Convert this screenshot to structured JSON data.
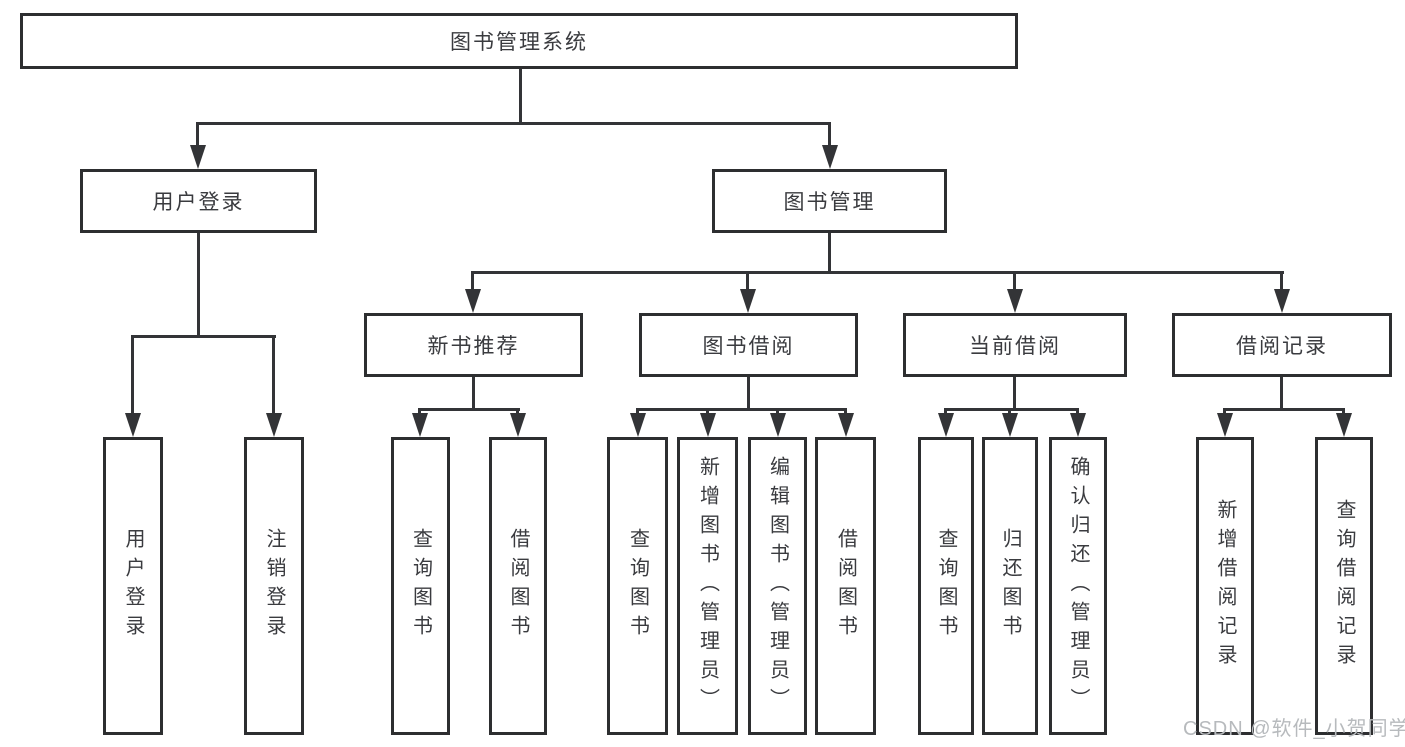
{
  "diagram": {
    "type": "tree",
    "root": {
      "label": "图书管理系统"
    },
    "branches": [
      {
        "label": "用户登录",
        "children": [
          {
            "label": "用户登录"
          },
          {
            "label": "注销登录"
          }
        ]
      },
      {
        "label": "图书管理",
        "children": [
          {
            "label": "新书推荐",
            "children": [
              {
                "label": "查询图书"
              },
              {
                "label": "借阅图书"
              }
            ]
          },
          {
            "label": "图书借阅",
            "children": [
              {
                "label": "查询图书"
              },
              {
                "label": "新增图书（管理员）"
              },
              {
                "label": "编辑图书（管理员）"
              },
              {
                "label": "借阅图书"
              }
            ]
          },
          {
            "label": "当前借阅",
            "children": [
              {
                "label": "查询图书"
              },
              {
                "label": "归还图书"
              },
              {
                "label": "确认归还（管理员）"
              }
            ]
          },
          {
            "label": "借阅记录",
            "children": [
              {
                "label": "新增借阅记录"
              },
              {
                "label": "查询借阅记录"
              }
            ]
          }
        ]
      }
    ],
    "watermark": "CSDN @软件_小贺同学",
    "colors": {
      "background": "#ffffff",
      "box_border": "#2d2e30",
      "connector": "#333437",
      "text": "#3a3b3f",
      "watermark": "#b7babd"
    }
  }
}
